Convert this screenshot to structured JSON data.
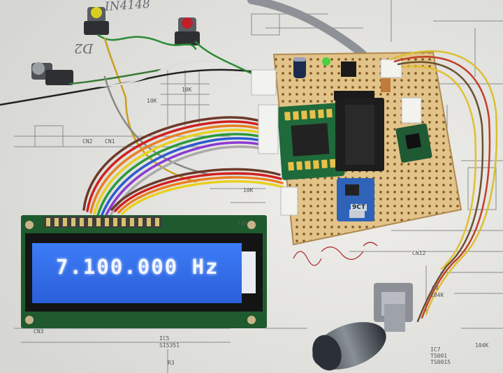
{
  "photo": {
    "lcd_display": {
      "reading": "7.100.000 Hz"
    },
    "handwritten_note": "IN4148",
    "handwritten_d2": "D2",
    "module_label": "9CT",
    "schematic_labels": [
      "10K",
      "10K",
      "10K",
      "10K",
      "CN1",
      "CN2",
      "CN3",
      "C4",
      "104K",
      "IC5",
      "IC7",
      "TS001",
      "SI5351",
      "TS0015",
      "R3",
      "104K",
      "CN12"
    ]
  },
  "colors": {
    "paper": "#e9e9e6",
    "lcd_backlight": "#2f6df0",
    "pcb_lcd": "#1f5a2e",
    "perfboard": "#e2c48a",
    "module_green": "#1f6a3a",
    "module_blue": "#2f63b8"
  }
}
